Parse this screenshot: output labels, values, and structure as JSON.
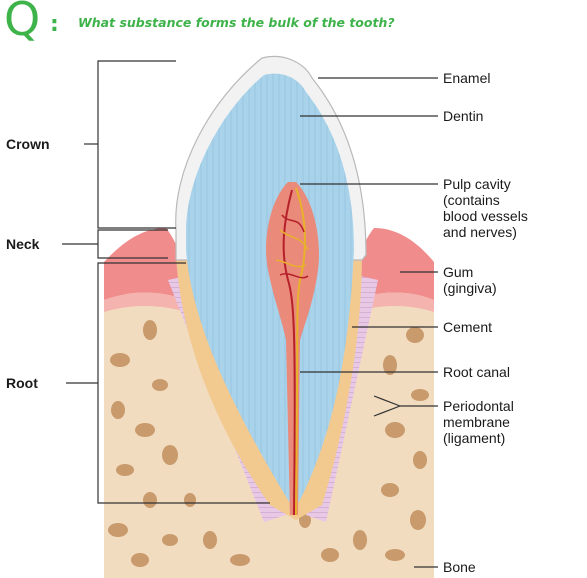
{
  "question": {
    "prefix": "Q",
    "colon": ":",
    "text": "What substance forms the bulk of the tooth?"
  },
  "regions": [
    {
      "label": "Crown"
    },
    {
      "label": "Neck"
    },
    {
      "label": "Root"
    }
  ],
  "labels": {
    "enamel": "Enamel",
    "dentin": "Dentin",
    "pulp_cavity": [
      "Pulp cavity",
      "(contains",
      "blood vessels",
      "and nerves)"
    ],
    "gum": [
      "Gum",
      "(gingiva)"
    ],
    "cement": "Cement",
    "root_canal": "Root canal",
    "periodontal": [
      "Periodontal",
      "membrane",
      "(ligament)"
    ],
    "bone": "Bone"
  },
  "colors": {
    "accent": "#3db34a",
    "dentin": "#a9d3ea",
    "enamel": "#f2f2f2",
    "gum": "#f08c8c",
    "bone": "#f1dcc0",
    "bone_spots": "#c89a6c",
    "pulp": "#e98a7a",
    "cement": "#f2c98f",
    "membrane": "#e7c9e6"
  }
}
